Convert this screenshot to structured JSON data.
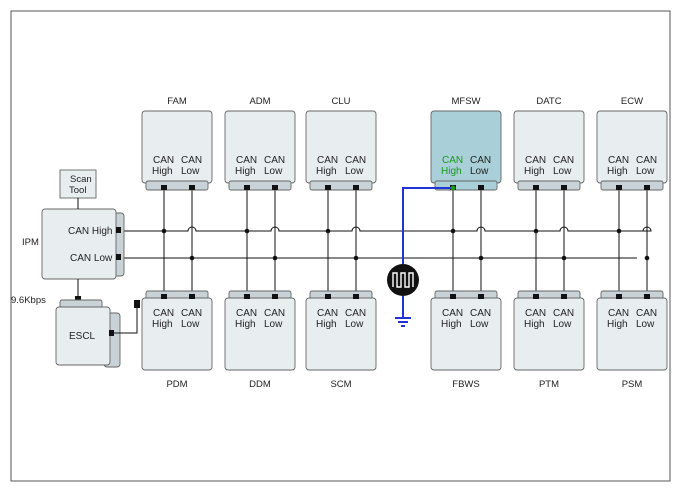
{
  "colors": {
    "module_fill": "#e8eef0",
    "module_highlight_fill": "#a9cfd8",
    "highlight_text": "#1a9a1a",
    "fault_wire": "#1f33d6",
    "bus_line": "#111111",
    "border": "#555555"
  },
  "pins": {
    "high_1": "CAN",
    "high_2": "High",
    "low_1": "CAN",
    "low_2": "Low"
  },
  "top_modules": [
    {
      "label": "FAM",
      "highlighted": false
    },
    {
      "label": "ADM",
      "highlighted": false
    },
    {
      "label": "CLU",
      "highlighted": false
    },
    {
      "label": "MFSW",
      "highlighted": true
    },
    {
      "label": "DATC",
      "highlighted": false
    },
    {
      "label": "ECW",
      "highlighted": false
    }
  ],
  "bottom_modules": [
    {
      "label": "PDM"
    },
    {
      "label": "DDM"
    },
    {
      "label": "SCM"
    },
    {
      "label": "FBWS"
    },
    {
      "label": "PTM"
    },
    {
      "label": "PSM"
    }
  ],
  "ipm": {
    "label": "IPM",
    "can_high": "CAN High",
    "can_low": "CAN Low"
  },
  "scan_tool": {
    "line1": "Scan",
    "line2": "Tool"
  },
  "escl": {
    "label": "ESCL",
    "speed": "9.6Kbps"
  },
  "fault": {
    "icon": "square-wave-signal-icon",
    "ground_icon": "ground-icon"
  }
}
